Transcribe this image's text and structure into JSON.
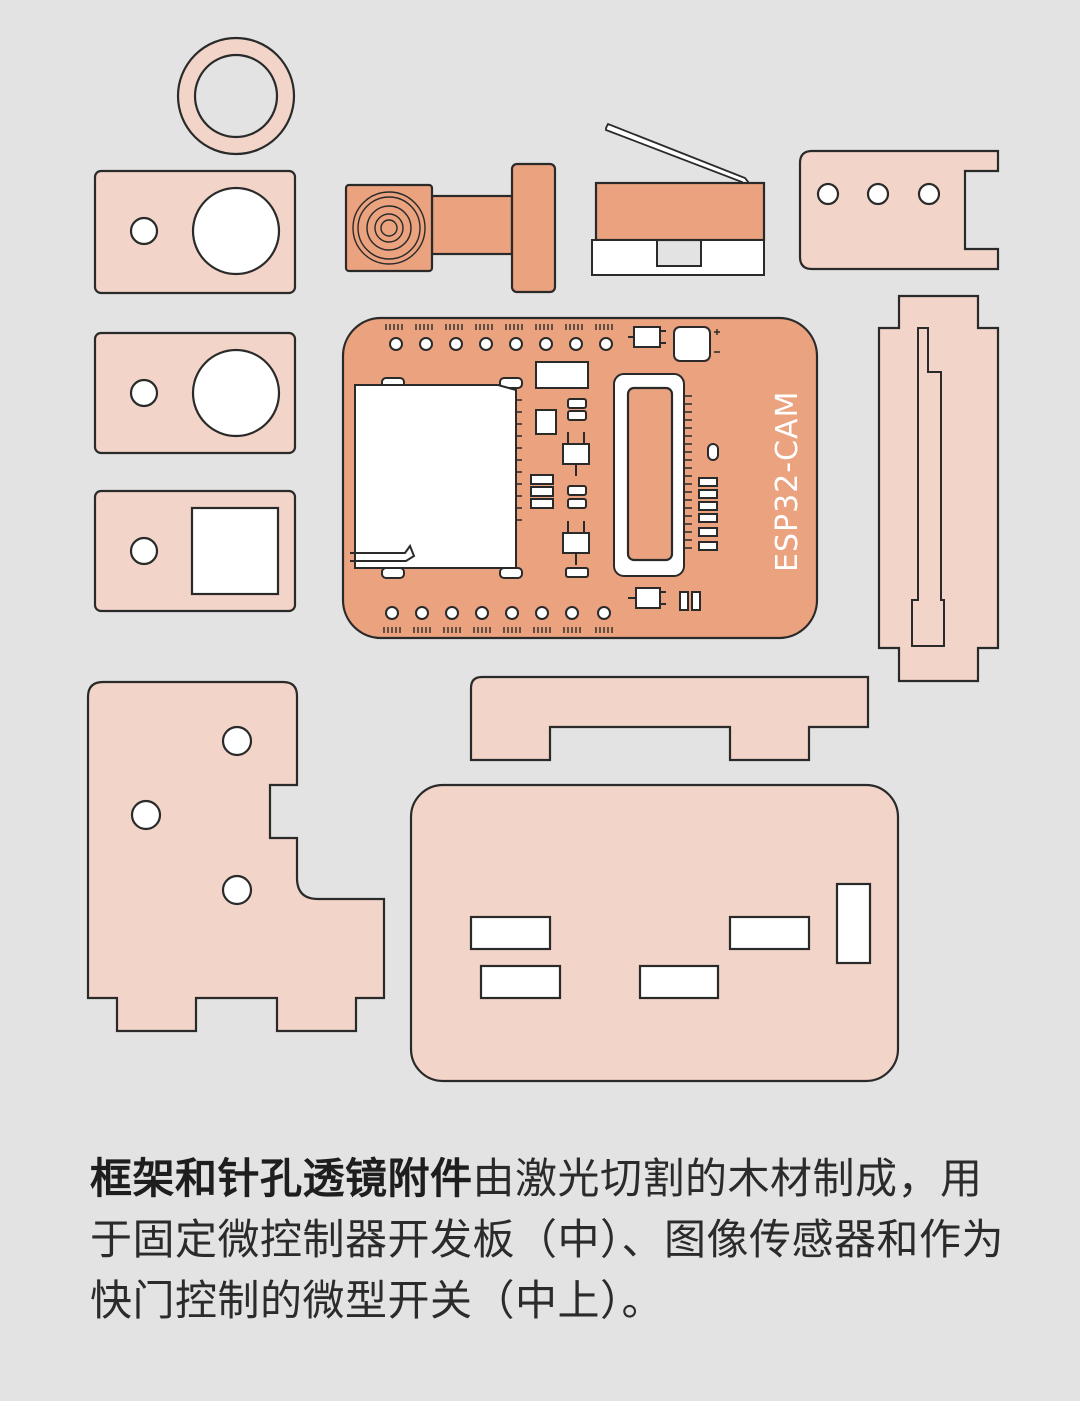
{
  "colors": {
    "background": "#e3e3e3",
    "wood_part": "#f2d4c8",
    "pcb_orange": "#eaa27f",
    "outline": "#2a2a2a",
    "text": "#2b2b2b"
  },
  "diagram": {
    "board_label": "ESP32-CAM"
  },
  "caption": {
    "bold": "框架和针孔透镜附件",
    "rest": "由激光切割的木材制成，用于固定微控制器开发板（中）、图像传感器和作为快门控制的微型开关（中上）。"
  }
}
